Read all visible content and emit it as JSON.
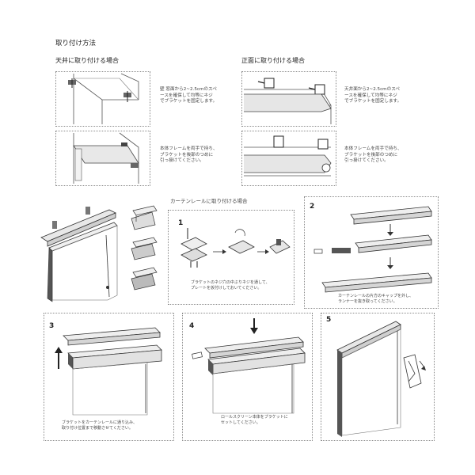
{
  "title": "取り付け方法",
  "ceiling": {
    "heading": "天井に取り付ける場合",
    "note1": "壁 窓面から2~2.5cmのスペ\nースを確保して均等にネジ\nでブラケットを固定します。",
    "note2": "本体フレームを両手で持ち、\nブラケットを後部のつめに\n引っ掛けてください。"
  },
  "front": {
    "heading": "正面に取り付ける場合",
    "note1": "天井面から2~2.5cmのスペ\nースを確保して均等にネジ\nでブラケットを固定します。",
    "note2": "本体フレームを両手で持ち、\nブラケットを後部のつめに\n引っ掛けてください。"
  },
  "rail": {
    "heading": "カーテンレールに取り付ける場合",
    "step1": {
      "num": "1",
      "note": "ブラケットのネジ穴の中ぶりネジを通して、\nプレートを仮付けしておいてください。"
    },
    "step2": {
      "num": "2",
      "note": "カーテンレールの片方のキャップを外し、\nランナーを抜き取ってください。"
    },
    "step3": {
      "num": "3",
      "note": "ブラケットをカーテンレールに通り込み、\n取り付け位置まで移動させてください。"
    },
    "step4": {
      "num": "4",
      "note": "ロールスクリーン本体をブラケットに\nセットしてください。"
    },
    "step5": {
      "num": "5"
    }
  },
  "colors": {
    "line": "#333333",
    "frame": "#dcdcdc",
    "dark": "#555555"
  }
}
